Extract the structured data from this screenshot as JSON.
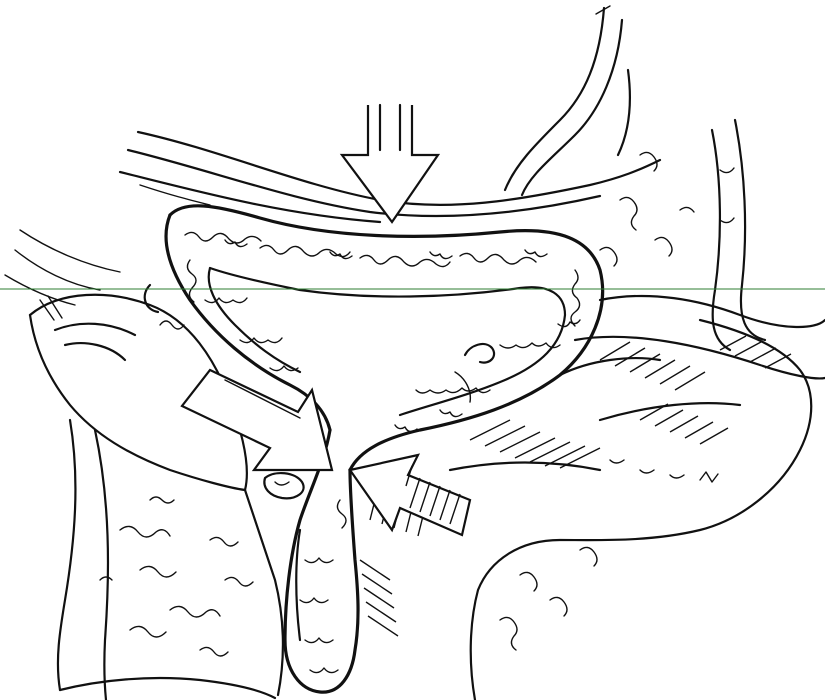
{
  "figure": {
    "kind": "anatomical line drawing",
    "colors": {
      "ink": "#111111",
      "paper": "#ffffff",
      "guide_line": "#2e7d32"
    },
    "arrows": [
      {
        "name": "downward-arrow",
        "style": "hollow"
      },
      {
        "name": "anterior-arrow",
        "style": "hollow"
      },
      {
        "name": "posterior-arrow",
        "style": "hatched"
      }
    ]
  }
}
